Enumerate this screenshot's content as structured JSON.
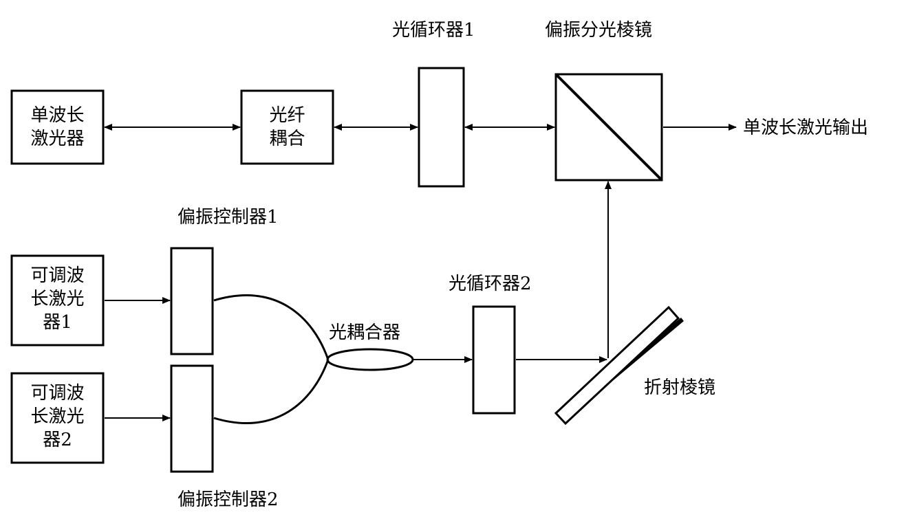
{
  "blocks": {
    "single_laser": [
      "单波长",
      "激光器"
    ],
    "fiber_coupler": [
      "光纤",
      "耦合"
    ],
    "tunable_laser_1": [
      "可调波",
      "长激光",
      "器1"
    ],
    "tunable_laser_2": [
      "可调波",
      "长激光",
      "器2"
    ]
  },
  "labels": {
    "circulator_1": "光循环器1",
    "pbs": "偏振分光棱镜",
    "output": "单波长激光输出",
    "pol_controller_1": "偏振控制器1",
    "pol_controller_2": "偏振控制器2",
    "optical_coupler": "光耦合器",
    "circulator_2": "光循环器2",
    "refraction_prism": "折射棱镜"
  }
}
